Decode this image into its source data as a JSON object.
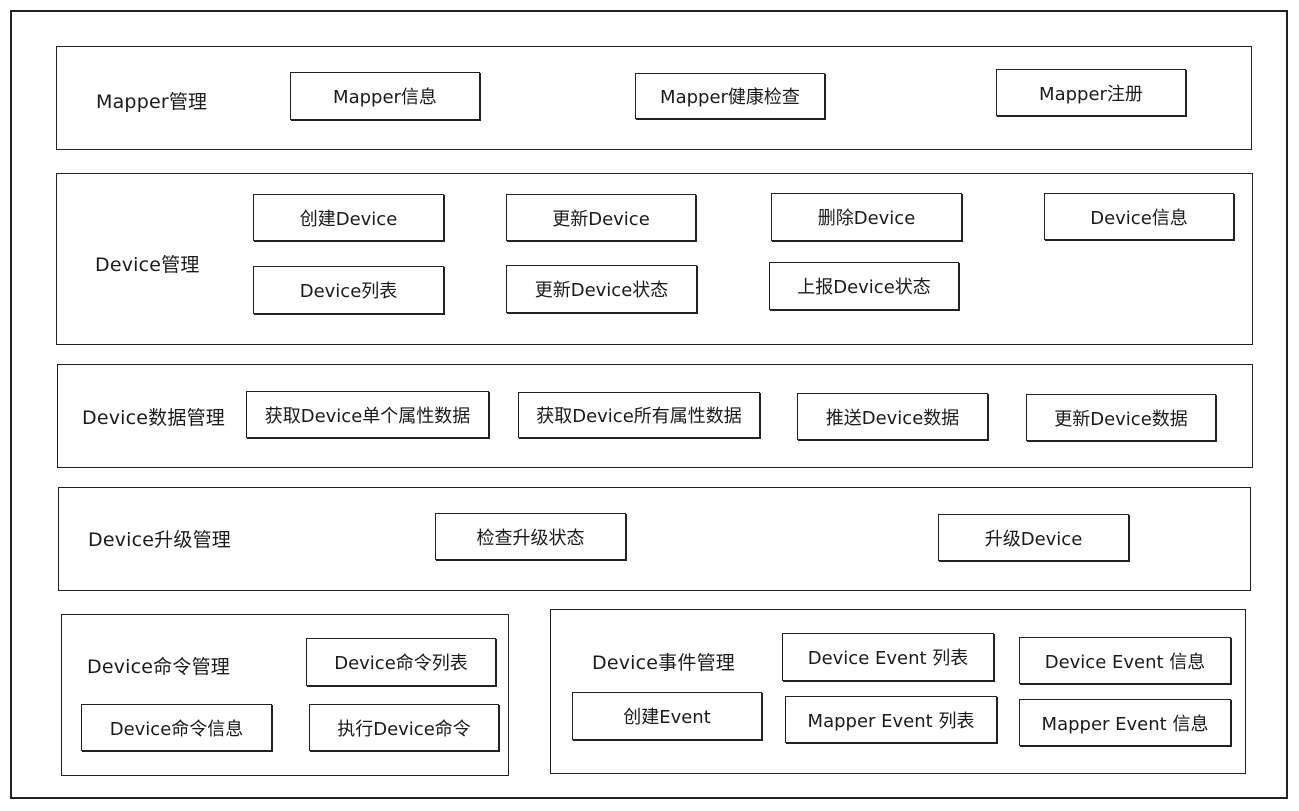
{
  "sections": {
    "mapper": {
      "title": "Mapper管理",
      "items": [
        "Mapper信息",
        "Mapper健康检查",
        "Mapper注册"
      ]
    },
    "device": {
      "title": "Device管理",
      "items": [
        "创建Device",
        "更新Device",
        "删除Device",
        "Device信息",
        "Device列表",
        "更新Device状态",
        "上报Device状态"
      ]
    },
    "device_data": {
      "title": "Device数据管理",
      "items": [
        "获取Device单个属性数据",
        "获取Device所有属性数据",
        "推送Device数据",
        "更新Device数据"
      ]
    },
    "device_upgrade": {
      "title": "Device升级管理",
      "items": [
        "检查升级状态",
        "升级Device"
      ]
    },
    "device_command": {
      "title": "Device命令管理",
      "items": [
        "Device命令列表",
        "Device命令信息",
        "执行Device命令"
      ]
    },
    "device_event": {
      "title": "Device事件管理",
      "items": [
        "Device Event 列表",
        "Device Event 信息",
        "创建Event",
        "Mapper Event 列表",
        "Mapper Event 信息"
      ]
    }
  }
}
